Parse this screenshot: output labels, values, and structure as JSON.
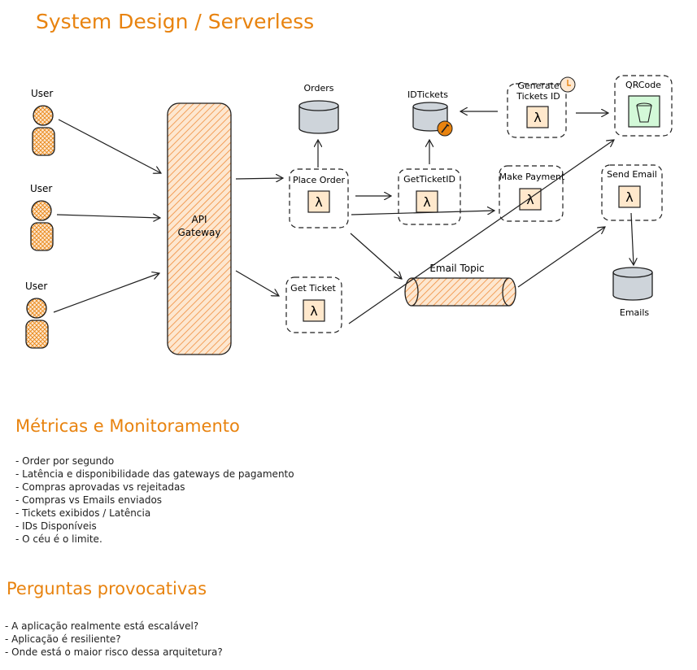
{
  "title": "System Design / Serverless",
  "diagram": {
    "users": [
      "User",
      "User",
      "User"
    ],
    "gateway_label_line1": "API",
    "gateway_label_line2": "Gateway",
    "place_order": "Place Order",
    "get_ticket": "Get Ticket",
    "orders_db": "Orders",
    "id_tickets_db": "IDTickets",
    "get_ticket_id": "GetTicketID",
    "generate_line1": "Generate",
    "generate_line2": "Tickets ID",
    "qrcode": "QRCode",
    "make_payment": "Make Payment",
    "send_email": "Send Email",
    "email_topic": "Email Topic",
    "emails_db": "Emails",
    "lambda_glyph": "λ"
  },
  "metrics": {
    "heading": "Métricas e Monitoramento",
    "items": [
      "- Order por segundo",
      "- Latência e disponibilidade das gateways de pagamento",
      "- Compras aprovadas vs rejeitadas",
      "- Compras vs Emails enviados",
      "- Tickets exibidos / Latência",
      "- IDs Disponíveis",
      "- O céu é o limite."
    ]
  },
  "questions": {
    "heading": "Perguntas provocativas",
    "items": [
      "- A aplicação realmente está escalável?",
      "- Aplicação é resiliente?",
      "- Onde está o maior risco dessa arquitetura?"
    ]
  },
  "colors": {
    "accent_orange": "#e8830f",
    "hatch_orange": "#f08c3a",
    "fill_peach": "#fde7d0",
    "lambda_fill": "#ffe8cc",
    "db_gray": "#ced4da",
    "qr_green": "#d3f9d8",
    "ink": "#1e1e1e"
  }
}
